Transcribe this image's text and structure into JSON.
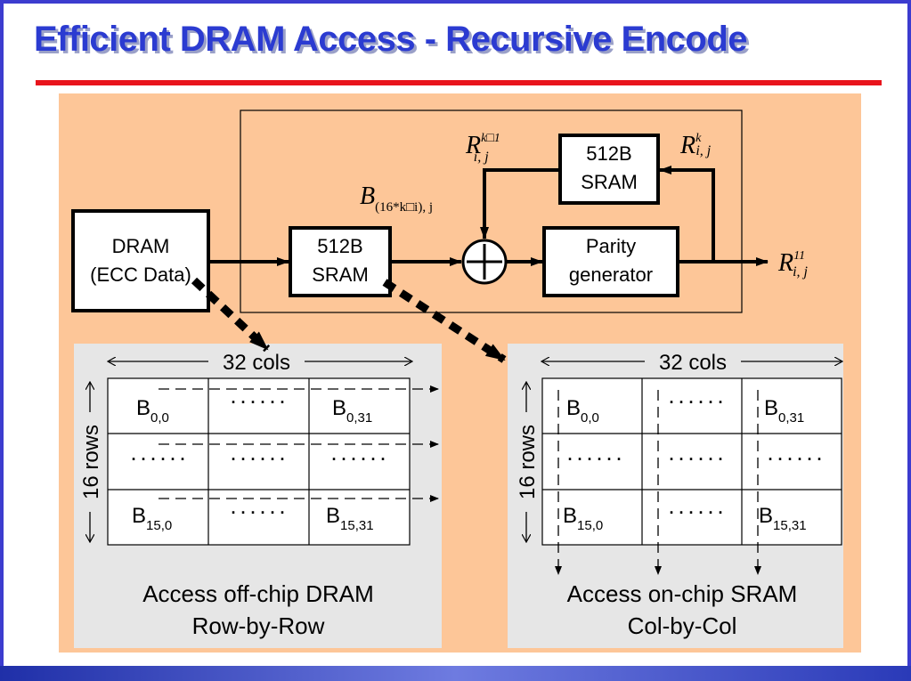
{
  "slide": {
    "title": "Efficient DRAM Access - Recursive Encode"
  },
  "pipeline": {
    "dram": {
      "line1": "DRAM",
      "line2": "(ECC Data)"
    },
    "input_sram": {
      "line1": "512B",
      "line2": "SRAM"
    },
    "feedback_sram": {
      "line1": "512B",
      "line2": "SRAM"
    },
    "parity": {
      "line1": "Parity",
      "line2": "generator"
    },
    "adder_symbol": "⊕",
    "label_b": {
      "main": "B",
      "sub": "(16*k□i), j"
    },
    "label_rk1": {
      "main": "R",
      "sup": "k□1",
      "sub": "i, j"
    },
    "label_rk": {
      "main": "R",
      "sup": "k",
      "sub": "i, j"
    },
    "label_r11": {
      "main": "R",
      "sup": "11",
      "sub": "i, j"
    }
  },
  "left_grid": {
    "cols_label": "32 cols",
    "rows_label": "16 rows",
    "cells": {
      "r0c0": {
        "main": "B",
        "sub": "0,0"
      },
      "r0c1": "· · · · · ·",
      "r0c2": {
        "main": "B",
        "sub": "0,31"
      },
      "r1c0": "· · · · · ·",
      "r1c1": "· · · · · ·",
      "r1c2": "· · · · · ·",
      "r2c0": {
        "main": "B",
        "sub": "15,0"
      },
      "r2c1": "· · · · · ·",
      "r2c2": {
        "main": "B",
        "sub": "15,31"
      }
    },
    "caption_line1": "Access off-chip DRAM",
    "caption_line2": "Row-by-Row"
  },
  "right_grid": {
    "cols_label": "32 cols",
    "rows_label": "16 rows",
    "cells": {
      "r0c0": {
        "main": "B",
        "sub": "0,0"
      },
      "r0c1": "· · · · · ·",
      "r0c2": {
        "main": "B",
        "sub": "0,31"
      },
      "r1c0": "· · · · · ·",
      "r1c1": "· · · · · ·",
      "r1c2": "· · · · · ·",
      "r2c0": {
        "main": "B",
        "sub": "15,0"
      },
      "r2c1": "· · · · · ·",
      "r2c2": {
        "main": "B",
        "sub": "15,31"
      }
    },
    "caption_line1": "Access on-chip SRAM",
    "caption_line2": "Col-by-Col"
  },
  "colors": {
    "panel_bg": "#fdc698",
    "grid_panel_bg": "#e6e6e6",
    "title_blue": "#2b3bd1",
    "rule_red": "#e8141c"
  }
}
